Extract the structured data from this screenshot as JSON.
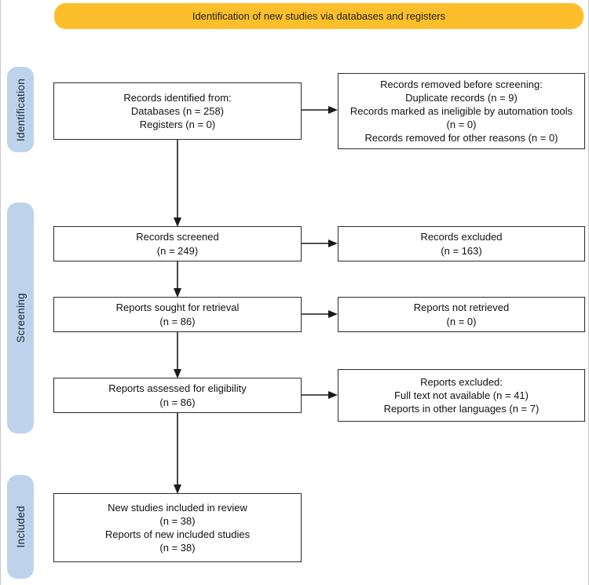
{
  "banner": {
    "label": "Identification of new studies via databases and registers"
  },
  "sidebar": {
    "items": [
      {
        "label": "Identification"
      },
      {
        "label": "Screening"
      },
      {
        "label": "Included"
      }
    ]
  },
  "flow": {
    "records_identified": {
      "lines": [
        "Records identified from:",
        "Databases (n = 258)",
        "Registers (n = 0)"
      ]
    },
    "records_removed": {
      "lines": [
        "Records removed before screening:",
        "Duplicate records (n = 9)",
        "Records marked as ineligible by automation tools (n = 0)",
        "Records removed for other reasons (n = 0)"
      ]
    },
    "records_screened": {
      "lines": [
        "Records screened",
        "(n = 249)"
      ]
    },
    "records_excluded": {
      "lines": [
        "Records excluded",
        "(n = 163)"
      ]
    },
    "reports_sought": {
      "lines": [
        "Reports sought for retrieval",
        "(n = 86)"
      ]
    },
    "reports_not_retrieved": {
      "lines": [
        "Reports not retrieved",
        "(n = 0)"
      ]
    },
    "reports_assessed": {
      "lines": [
        "Reports assessed for eligibility",
        "(n = 86)"
      ]
    },
    "reports_excluded": {
      "lines": [
        "Reports excluded:",
        "Full text not available (n = 41)",
        "Reports in other languages (n = 7)"
      ]
    },
    "included_studies": {
      "lines": [
        "New studies included in review",
        "(n = 38)",
        "Reports of new included studies",
        "(n = 38)"
      ]
    }
  },
  "colors": {
    "banner_bg": "#FCBF2B",
    "sidebar_bg": "#BDD3EC",
    "box_border": "#2B2B2B",
    "arrow": "#1A1A1A"
  }
}
